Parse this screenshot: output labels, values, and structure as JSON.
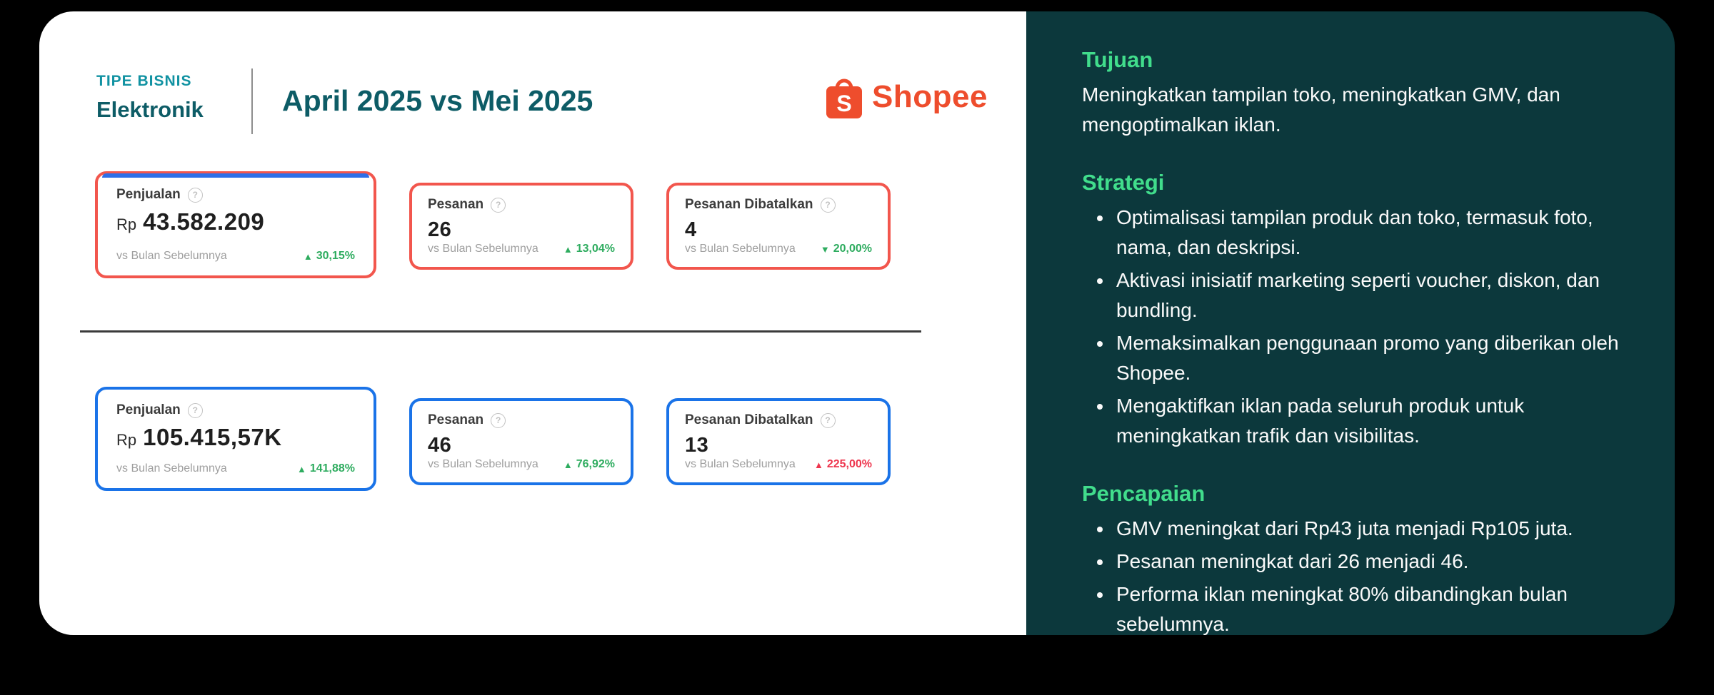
{
  "page": {
    "background": "#000000"
  },
  "header": {
    "business_type_label": "TIPE BISNIS",
    "business_type_value": "Elektronik",
    "title": "April 2025 vs Mei 2025",
    "brand_name": "Shopee",
    "brand_color": "#EE4D2D",
    "label_color": "#1192A2",
    "title_color": "#0D5C66"
  },
  "icons": {
    "help": "?",
    "up": "▲",
    "down": "▼",
    "bag_letter": "S"
  },
  "comparison": {
    "vs_label": "vs Bulan Sebelumnya",
    "selected_bar_color": "#2E6FE8",
    "rows": [
      {
        "accent": "#F2564D",
        "cards": [
          {
            "label": "Penjualan",
            "prefix": "Rp",
            "value": "43.582.209",
            "delta_icon": "▲",
            "delta_value": "30,15%",
            "delta_color": "#2EAC5F"
          },
          {
            "label": "Pesanan",
            "value": "26",
            "delta_icon": "▲",
            "delta_value": "13,04%",
            "delta_color": "#2EAC5F"
          },
          {
            "label": "Pesanan Dibatalkan",
            "value": "4",
            "delta_icon": "▼",
            "delta_value": "20,00%",
            "delta_color": "#2EAC5F"
          }
        ]
      },
      {
        "accent": "#1A73E8",
        "cards": [
          {
            "label": "Penjualan",
            "prefix": "Rp",
            "value": "105.415,57K",
            "delta_icon": "▲",
            "delta_value": "141,88%",
            "delta_color": "#2EAC5F"
          },
          {
            "label": "Pesanan",
            "value": "46",
            "delta_icon": "▲",
            "delta_value": "76,92%",
            "delta_color": "#2EAC5F"
          },
          {
            "label": "Pesanan Dibatalkan",
            "value": "13",
            "delta_icon": "▲",
            "delta_value": "225,00%",
            "delta_color": "#EE364E"
          }
        ]
      }
    ]
  },
  "notes": {
    "panel_color": "#0C383C",
    "heading_color": "#41DD8C",
    "sections": [
      {
        "heading": "Tujuan",
        "paragraph": "Meningkatkan tampilan toko, meningkatkan GMV, dan mengoptimalkan iklan.",
        "bullets": []
      },
      {
        "heading": "Strategi",
        "paragraph": "",
        "bullets": [
          "Optimalisasi tampilan produk dan toko, termasuk foto, nama, dan deskripsi.",
          "Aktivasi inisiatif marketing seperti voucher, diskon, dan bundling.",
          "Memaksimalkan penggunaan promo yang diberikan oleh Shopee.",
          "Mengaktifkan iklan pada seluruh produk untuk meningkatkan trafik dan visibilitas."
        ]
      },
      {
        "heading": "Pencapaian",
        "paragraph": "",
        "bullets": [
          "GMV meningkat dari Rp43 juta menjadi Rp105 juta.",
          "Pesanan meningkat dari 26 menjadi 46.",
          "Performa iklan meningkat 80% dibandingkan bulan sebelumnya."
        ]
      }
    ]
  }
}
